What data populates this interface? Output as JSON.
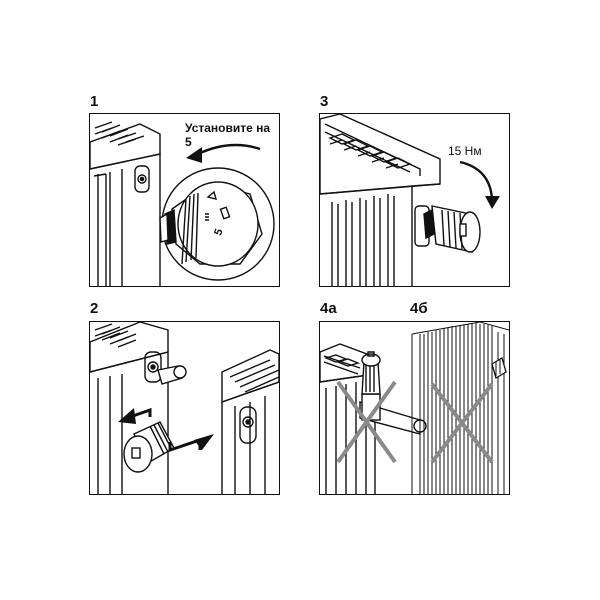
{
  "panels": {
    "p1": {
      "number": "1",
      "caption": "Установите на 5",
      "dial_mark": "5"
    },
    "p3": {
      "number": "3",
      "caption": "15 Нм"
    },
    "p2": {
      "number": "2"
    },
    "p4a": {
      "number": "4а"
    },
    "p4b": {
      "number": "4б"
    }
  },
  "colors": {
    "line": "#111111",
    "cross": "#8a8a8a",
    "fin": "#cfcfcf"
  }
}
